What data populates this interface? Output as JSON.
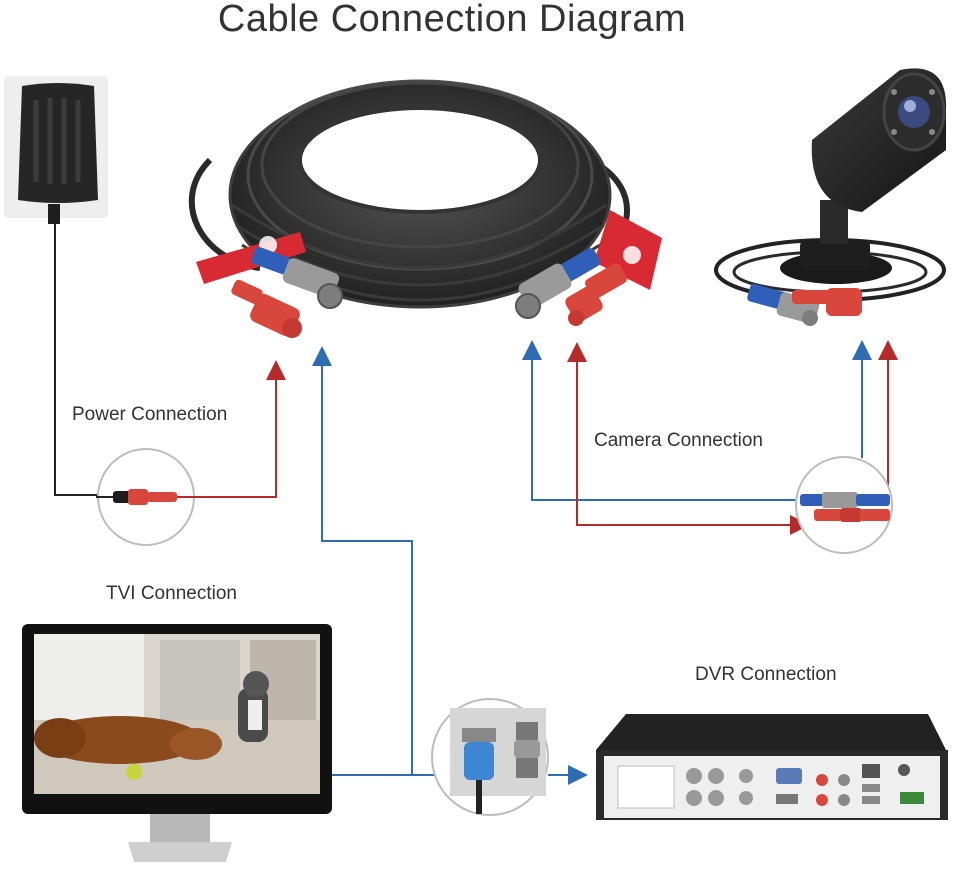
{
  "title": "Cable Connection Diagram",
  "labels": {
    "power": "Power Connection",
    "camera": "Camera Connection",
    "tvi": "TVI Connection",
    "dvr": "DVR Connection"
  },
  "colors": {
    "video_line": "#2e6db4",
    "power_line": "#b52a2a",
    "cable_black": "#2a2a2a",
    "bnc_blue": "#2f5fb8",
    "dc_red": "#d9463c",
    "tag_red": "#d82a33"
  },
  "icons": {
    "adapter": "power-adapter-icon",
    "cable": "coiled-siamese-cable-icon",
    "camera": "bullet-camera-icon",
    "monitor": "monitor-icon",
    "dvr": "dvr-box-icon"
  }
}
